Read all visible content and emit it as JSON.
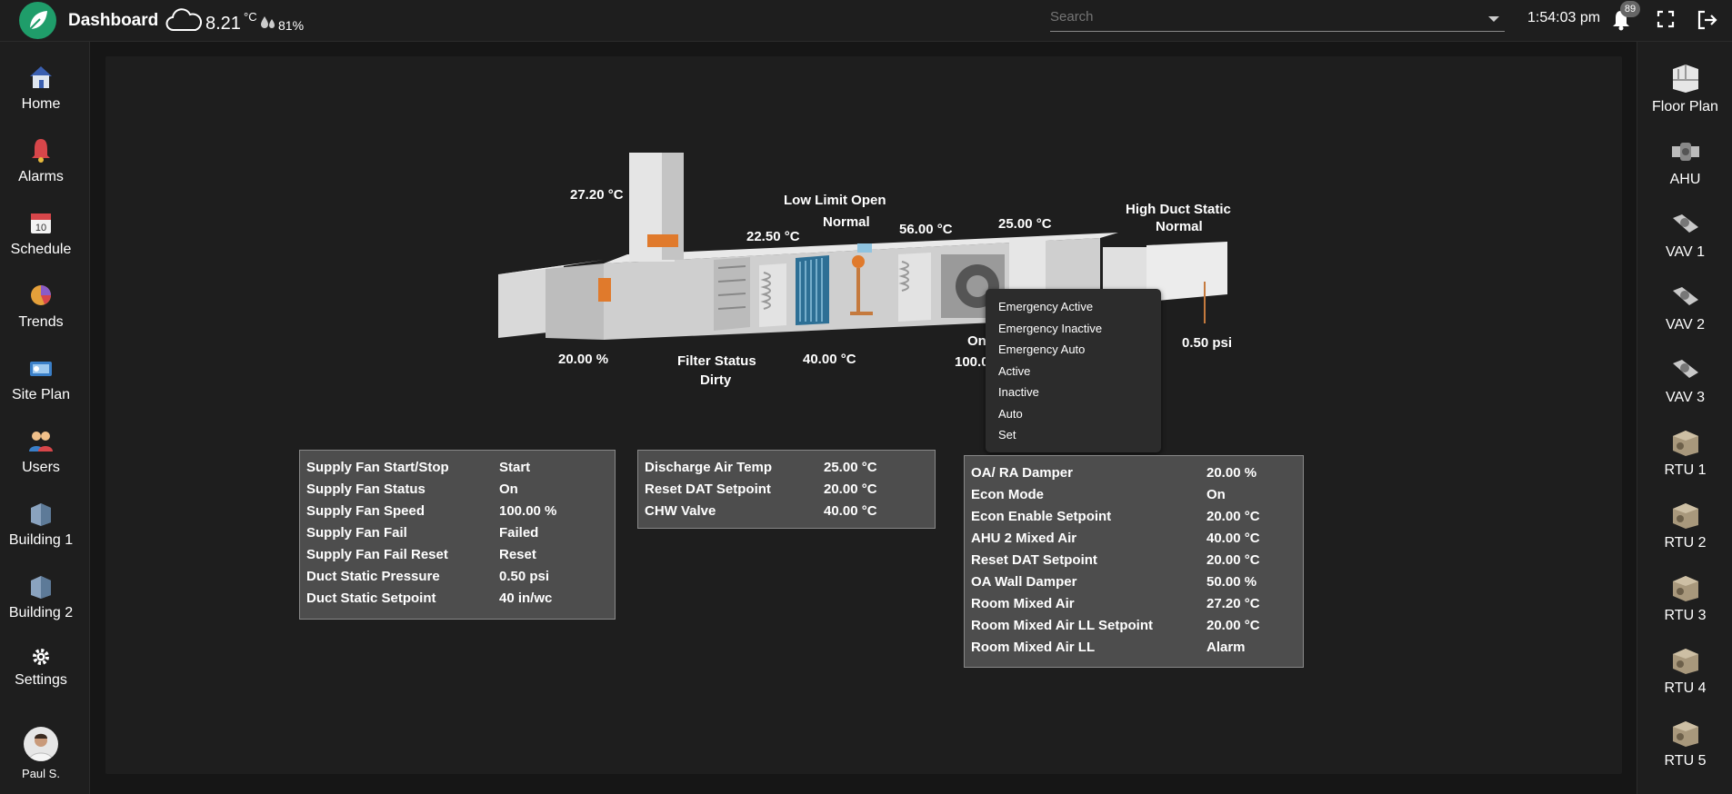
{
  "header": {
    "title": "Dashboard",
    "temperature": "8.21",
    "temp_unit": "°C",
    "humidity": "81%",
    "search_placeholder": "Search",
    "time": "1:54:03 pm",
    "notification_count": "89"
  },
  "left_nav": [
    {
      "label": "Home",
      "icon": "home-icon"
    },
    {
      "label": "Alarms",
      "icon": "alarm-bell-icon"
    },
    {
      "label": "Schedule",
      "icon": "calendar-icon"
    },
    {
      "label": "Trends",
      "icon": "pie-chart-icon"
    },
    {
      "label": "Site Plan",
      "icon": "site-plan-icon"
    },
    {
      "label": "Users",
      "icon": "users-icon"
    },
    {
      "label": "Building 1",
      "icon": "building-icon"
    },
    {
      "label": "Building 2",
      "icon": "building-icon"
    },
    {
      "label": "Settings",
      "icon": "gear-icon"
    },
    {
      "label": "Paul S.",
      "icon": "avatar"
    }
  ],
  "right_nav": [
    {
      "label": "Floor Plan",
      "icon": "floor-plan-icon"
    },
    {
      "label": "AHU",
      "icon": "ahu-icon"
    },
    {
      "label": "VAV 1",
      "icon": "vav-icon"
    },
    {
      "label": "VAV 2",
      "icon": "vav-icon"
    },
    {
      "label": "VAV 3",
      "icon": "vav-icon"
    },
    {
      "label": "RTU 1",
      "icon": "rtu-icon"
    },
    {
      "label": "RTU 2",
      "icon": "rtu-icon"
    },
    {
      "label": "RTU 3",
      "icon": "rtu-icon"
    },
    {
      "label": "RTU 4",
      "icon": "rtu-icon"
    },
    {
      "label": "RTU 5",
      "icon": "rtu-icon"
    }
  ],
  "diagram": {
    "return_air_temp": "27.20 °C",
    "low_limit_title": "Low Limit Open",
    "low_limit_status": "Normal",
    "mixed_air_temp": "22.50 °C",
    "coil_temp": "56.00 °C",
    "discharge_temp": "25.00 °C",
    "high_static_title": "High Duct Static",
    "high_static_status": "Normal",
    "damper_pct": "20.00 %",
    "filter_title": "Filter Status",
    "filter_status": "Dirty",
    "valve_pct": "40.00 °C",
    "fan_status": "On",
    "fan_speed": "100.0",
    "duct_pressure": "0.50 psi"
  },
  "context_menu": [
    "Emergency Active",
    "Emergency Inactive",
    "Emergency Auto",
    "Active",
    "Inactive",
    "Auto",
    "Set"
  ],
  "panel_fan": [
    {
      "label": "Supply Fan Start/Stop",
      "value": "Start"
    },
    {
      "label": "Supply Fan Status",
      "value": "On"
    },
    {
      "label": "Supply Fan Speed",
      "value": "100.00 %"
    },
    {
      "label": "Supply Fan Fail",
      "value": "Failed"
    },
    {
      "label": "Supply Fan Fail Reset",
      "value": "Reset"
    },
    {
      "label": "Duct Static Pressure",
      "value": "0.50 psi"
    },
    {
      "label": "Duct Static Setpoint",
      "value": "40 in/wc"
    }
  ],
  "panel_discharge": [
    {
      "label": "Discharge Air Temp",
      "value": "25.00 °C"
    },
    {
      "label": "Reset DAT Setpoint",
      "value": "20.00 °C"
    },
    {
      "label": "CHW Valve",
      "value": "40.00 °C"
    }
  ],
  "panel_econ": [
    {
      "label": "OA/ RA Damper",
      "value": "20.00 %"
    },
    {
      "label": "Econ Mode",
      "value": "On"
    },
    {
      "label": "Econ Enable Setpoint",
      "value": "20.00 °C"
    },
    {
      "label": "AHU 2 Mixed Air",
      "value": "40.00 °C"
    },
    {
      "label": "Reset DAT Setpoint",
      "value": "20.00 °C"
    },
    {
      "label": "OA Wall Damper",
      "value": "50.00 %"
    },
    {
      "label": "Room Mixed Air",
      "value": "27.20 °C"
    },
    {
      "label": "Room Mixed Air LL Setpoint",
      "value": "20.00 °C"
    },
    {
      "label": "Room Mixed Air LL",
      "value": "Alarm"
    }
  ],
  "colors": {
    "accent": "#1f9d6a",
    "panel": "#4d4d4d",
    "background": "#161616"
  }
}
